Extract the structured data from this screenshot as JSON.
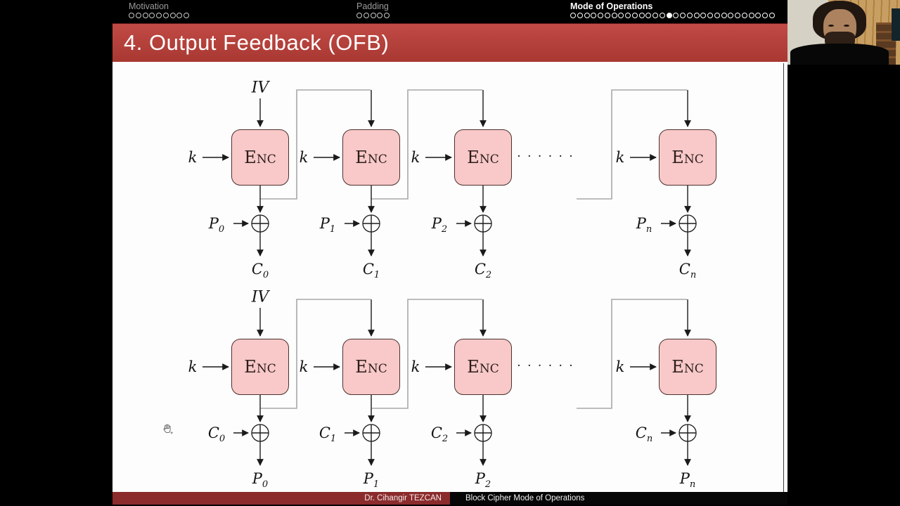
{
  "header": {
    "sections": [
      {
        "label": "Motivation",
        "dot_count": 9,
        "filled_dot": 0,
        "active": false
      },
      {
        "label": "Padding",
        "dot_count": 5,
        "filled_dot": 0,
        "active": false
      },
      {
        "label": "Mode of Operations",
        "dot_count": 30,
        "filled_dot": 15,
        "active": true
      }
    ]
  },
  "slide": {
    "title": "4.  Output Feedback (OFB)"
  },
  "diagrams": [
    {
      "id": "ofb-encryption",
      "iv_label": "IV",
      "ellipsis": "· · · · · ·",
      "columns": [
        {
          "key_label": "k",
          "box_label": "Enc",
          "input": {
            "main": "P",
            "sub": "0"
          },
          "output": {
            "main": "C",
            "sub": "0"
          }
        },
        {
          "key_label": "k",
          "box_label": "Enc",
          "input": {
            "main": "P",
            "sub": "1"
          },
          "output": {
            "main": "C",
            "sub": "1"
          }
        },
        {
          "key_label": "k",
          "box_label": "Enc",
          "input": {
            "main": "P",
            "sub": "2"
          },
          "output": {
            "main": "C",
            "sub": "2"
          }
        },
        {
          "key_label": "k",
          "box_label": "Enc",
          "input": {
            "main": "P",
            "sub": "n"
          },
          "output": {
            "main": "C",
            "sub": "n"
          }
        }
      ]
    },
    {
      "id": "ofb-decryption",
      "iv_label": "IV",
      "ellipsis": "· · · · · ·",
      "columns": [
        {
          "key_label": "k",
          "box_label": "Enc",
          "input": {
            "main": "C",
            "sub": "0"
          },
          "output": {
            "main": "P",
            "sub": "0"
          }
        },
        {
          "key_label": "k",
          "box_label": "Enc",
          "input": {
            "main": "C",
            "sub": "1"
          },
          "output": {
            "main": "P",
            "sub": "1"
          }
        },
        {
          "key_label": "k",
          "box_label": "Enc",
          "input": {
            "main": "C",
            "sub": "2"
          },
          "output": {
            "main": "P",
            "sub": "2"
          }
        },
        {
          "key_label": "k",
          "box_label": "Enc",
          "input": {
            "main": "C",
            "sub": "n"
          },
          "output": {
            "main": "P",
            "sub": "n"
          }
        }
      ]
    }
  ],
  "footer": {
    "author": "Dr. Cihangir TEZCAN",
    "deck_title": "Block Cipher Mode of Operations"
  },
  "colors": {
    "page_bg": "#000000",
    "slide_bg": "#fdfdfd",
    "title_bar_top": "#c14a45",
    "title_bar_bottom": "#a93832",
    "footer_author_bg": "#8b2b2c",
    "footer_right_bg": "#060606",
    "enc_box_fill": "#f8c9c8",
    "enc_box_border": "#4a3230",
    "diagram_line": "#1a1a1a",
    "feedback_line": "#a8a8a8",
    "nav_active_text": "#ffffff",
    "nav_inactive_text": "#9b9b9b"
  }
}
